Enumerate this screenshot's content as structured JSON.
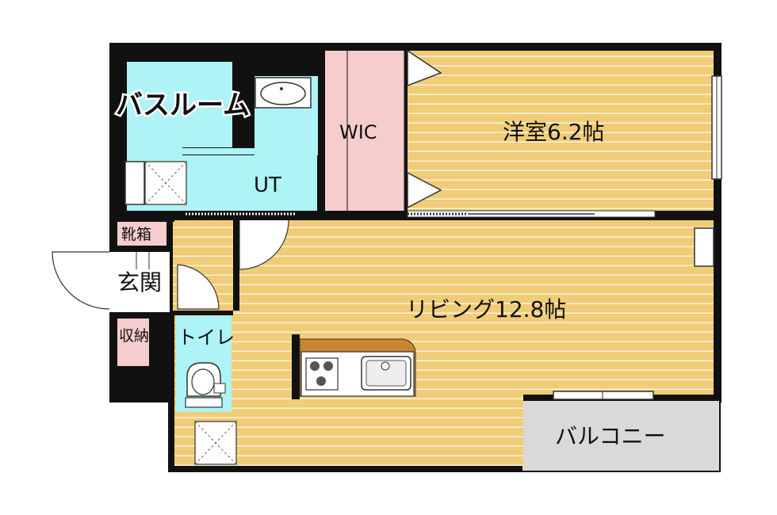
{
  "rooms": {
    "bathroom": "バスルーム",
    "utility": "UT",
    "wic": "WIC",
    "bedroom": "洋室6.2帖",
    "shoe_box": "靴箱",
    "entrance": "玄関",
    "storage": "収納",
    "toilet": "トイレ",
    "living": "リビング12.8帖",
    "balcony": "バルコニー"
  },
  "colors": {
    "wall": "#111111",
    "wet_area": "#aef3f5",
    "closet": "#f7cccc",
    "floor": "#f0cc77",
    "floor_line": "#ffffff",
    "balcony": "#d9d9d9",
    "counter": "#c9862f"
  },
  "icons": [
    "bathtub-icon",
    "washbasin-icon",
    "washing-machine-pan-icon",
    "toilet-icon",
    "stove-icon",
    "sink-icon",
    "ventilation-box-icon",
    "door-swing-icon",
    "window-icon"
  ]
}
